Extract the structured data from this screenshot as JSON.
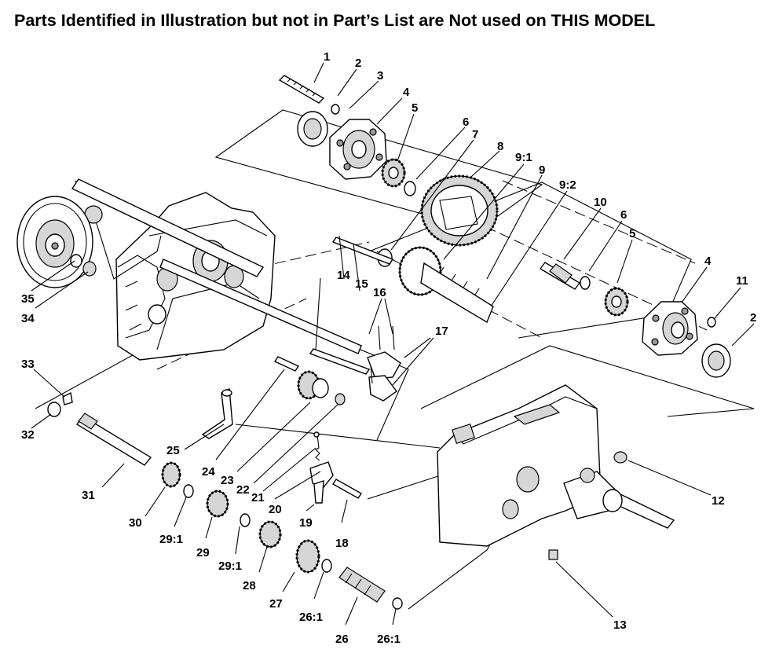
{
  "header": {
    "title": "Parts Identified in Illustration but not in Part’s List are Not used on THIS MODEL"
  },
  "callouts": [
    {
      "id": "c1",
      "text": "1"
    },
    {
      "id": "c2a",
      "text": "2"
    },
    {
      "id": "c3",
      "text": "3"
    },
    {
      "id": "c4a",
      "text": "4"
    },
    {
      "id": "c5a",
      "text": "5"
    },
    {
      "id": "c6a",
      "text": "6"
    },
    {
      "id": "c7",
      "text": "7"
    },
    {
      "id": "c8",
      "text": "8"
    },
    {
      "id": "c91",
      "text": "9:1"
    },
    {
      "id": "c9",
      "text": "9"
    },
    {
      "id": "c92",
      "text": "9:2"
    },
    {
      "id": "c10",
      "text": "10"
    },
    {
      "id": "c6b",
      "text": "6"
    },
    {
      "id": "c5b",
      "text": "5"
    },
    {
      "id": "c4b",
      "text": "4"
    },
    {
      "id": "c11",
      "text": "11"
    },
    {
      "id": "c2b",
      "text": "2"
    },
    {
      "id": "c14",
      "text": "14"
    },
    {
      "id": "c15",
      "text": "15"
    },
    {
      "id": "c16",
      "text": "16"
    },
    {
      "id": "c17",
      "text": "17"
    },
    {
      "id": "c12",
      "text": "12"
    },
    {
      "id": "c13",
      "text": "13"
    },
    {
      "id": "c35",
      "text": "35"
    },
    {
      "id": "c34",
      "text": "34"
    },
    {
      "id": "c33",
      "text": "33"
    },
    {
      "id": "c32",
      "text": "32"
    },
    {
      "id": "c25",
      "text": "25"
    },
    {
      "id": "c31",
      "text": "31"
    },
    {
      "id": "c24",
      "text": "24"
    },
    {
      "id": "c23",
      "text": "23"
    },
    {
      "id": "c22",
      "text": "22"
    },
    {
      "id": "c21",
      "text": "21"
    },
    {
      "id": "c20",
      "text": "20"
    },
    {
      "id": "c30",
      "text": "30"
    },
    {
      "id": "c291a",
      "text": "29:1"
    },
    {
      "id": "c29",
      "text": "29"
    },
    {
      "id": "c291b",
      "text": "29:1"
    },
    {
      "id": "c28",
      "text": "28"
    },
    {
      "id": "c19",
      "text": "19"
    },
    {
      "id": "c18",
      "text": "18"
    },
    {
      "id": "c27",
      "text": "27"
    },
    {
      "id": "c261a",
      "text": "26:1"
    },
    {
      "id": "c26",
      "text": "26"
    },
    {
      "id": "c261b",
      "text": "26:1"
    }
  ]
}
